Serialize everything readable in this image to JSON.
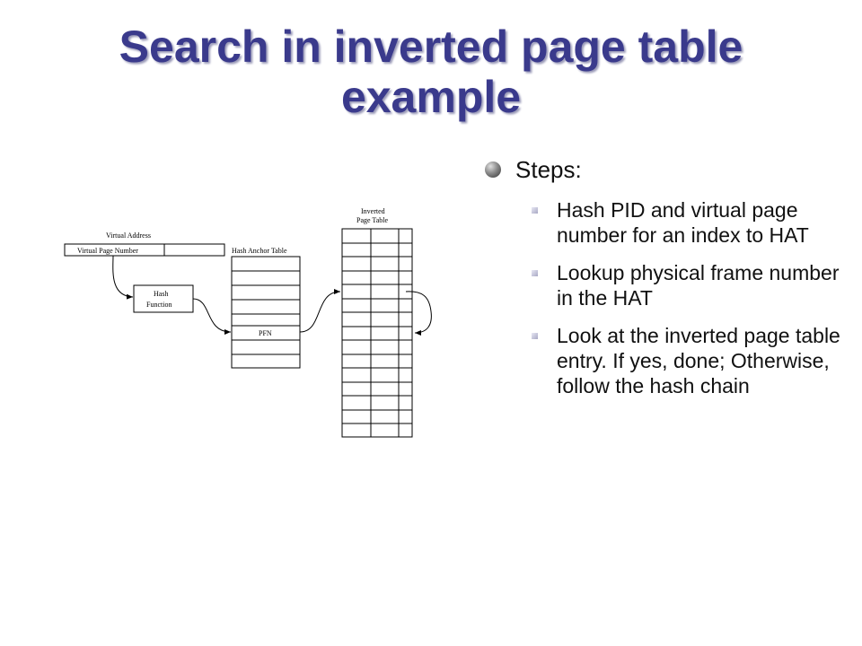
{
  "slide": {
    "title_line1": "Search in inverted page table",
    "title_line2": "example",
    "steps_heading": "Steps:",
    "steps": [
      "Hash PID and virtual page number for an index to HAT",
      "Lookup physical frame number in the HAT",
      "Look at the inverted page table entry. If yes, done; Otherwise, follow the hash chain"
    ]
  },
  "diagram": {
    "virtual_address_label": "Virtual Address",
    "virtual_page_number_label": "Virtual Page Number",
    "hash_function_line1": "Hash",
    "hash_function_line2": "Function",
    "hash_anchor_table_label": "Hash Anchor Table",
    "pfn_label": "PFN",
    "inverted_line1": "Inverted",
    "inverted_line2": "Page Table"
  }
}
